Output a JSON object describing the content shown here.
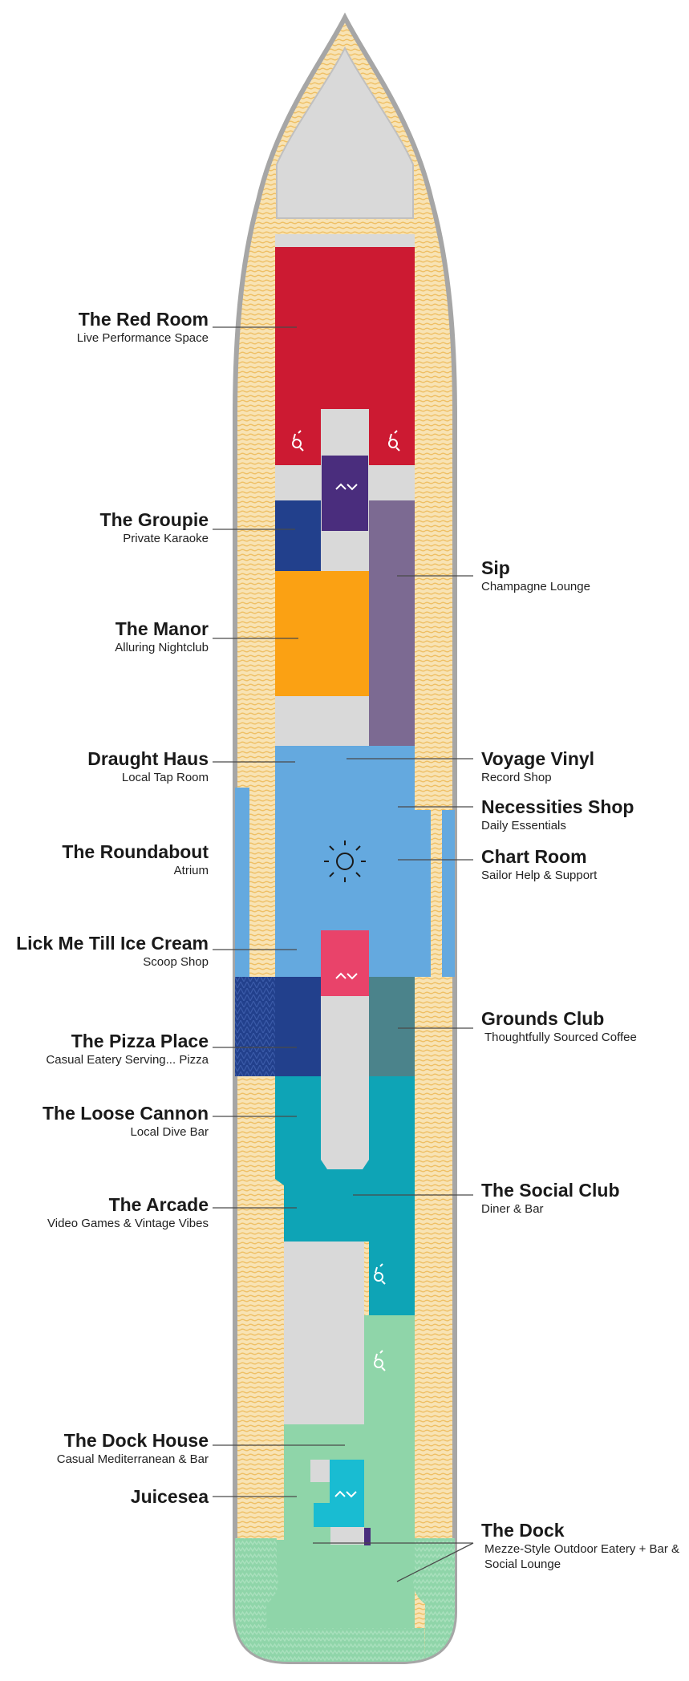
{
  "left_labels": [
    {
      "title": "The Red Room",
      "subtitle": "Live Performance Space"
    },
    {
      "title": "The Groupie",
      "subtitle": "Private Karaoke"
    },
    {
      "title": "The Manor",
      "subtitle": "Alluring Nightclub"
    },
    {
      "title": "Draught Haus",
      "subtitle": "Local Tap Room"
    },
    {
      "title": "The Roundabout",
      "subtitle": "Atrium"
    },
    {
      "title": "Lick Me Till Ice Cream",
      "subtitle": "Scoop Shop"
    },
    {
      "title": "The Pizza Place",
      "subtitle": "Casual Eatery Serving... Pizza"
    },
    {
      "title": "The Loose Cannon",
      "subtitle": "Local Dive Bar"
    },
    {
      "title": "The Arcade",
      "subtitle": "Video Games & Vintage Vibes"
    },
    {
      "title": "The Dock House",
      "subtitle": "Casual Mediterranean & Bar"
    },
    {
      "title": "Juicesea",
      "subtitle": ""
    }
  ],
  "right_labels": [
    {
      "title": "Sip",
      "subtitle": "Champagne Lounge"
    },
    {
      "title": "Voyage Vinyl",
      "subtitle": "Record Shop"
    },
    {
      "title": "Necessities Shop",
      "subtitle": "Daily Essentials"
    },
    {
      "title": "Chart Room",
      "subtitle": "Sailor Help & Support"
    },
    {
      "title": "Grounds Club",
      "subtitle": "Thoughtfully Sourced Coffee"
    },
    {
      "title": "The Social Club",
      "subtitle": "Diner & Bar"
    },
    {
      "title": "The Dock",
      "subtitle": "Mezze-Style Outdoor Eatery + Bar & Social Lounge"
    }
  ],
  "icons": [
    "accessible-icon",
    "accessible-icon",
    "elevator-icon",
    "compass-icon",
    "elevator-icon",
    "accessible-icon",
    "accessible-icon",
    "elevator-icon"
  ],
  "colors": {
    "hull_outline": "#9e9e9e",
    "deck_stripe": "#f3c56e",
    "deck_base": "#f8e3b4",
    "red_room": "#cc1a32",
    "groupie": "#22408c",
    "elevator_core": "#4a2d7d",
    "manor": "#fba113",
    "sip": "#7c6a92",
    "atrium_blue": "#64a9df",
    "ice_cream": "#e9436a",
    "pizza_navy": "#22408c",
    "grounds_club": "#4b838b",
    "teal": "#0ea4b6",
    "mint": "#8fd5a9",
    "gray_service": "#d9d9d9",
    "juicesea": "#19bcd2"
  }
}
